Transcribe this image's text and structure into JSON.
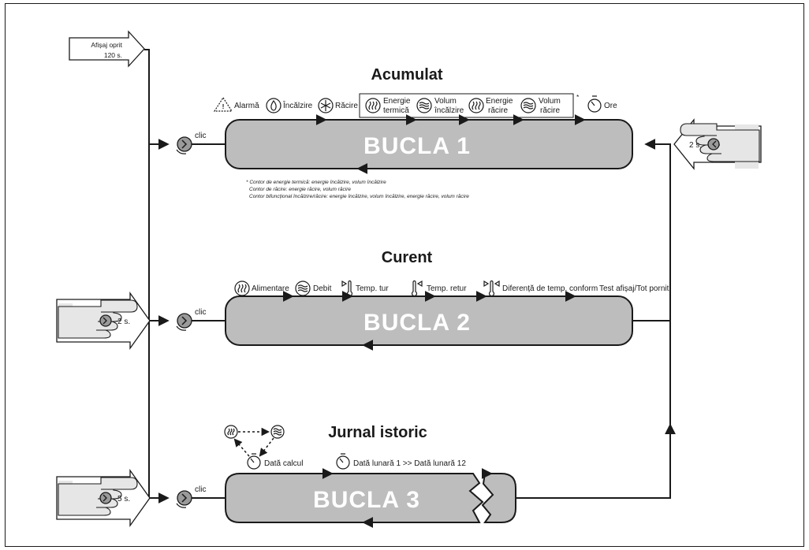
{
  "display_off": {
    "line1": "Afișaj oprit",
    "line2": "120 s."
  },
  "click_label": "clic",
  "loop1": {
    "title": "Acumulat",
    "name": "BUCLA 1",
    "items": [
      "Alarmă",
      "Încălzire",
      "Răcire"
    ],
    "boxed_items": [
      {
        "line1": "Energie",
        "line2": "termică"
      },
      {
        "line1": "Volum",
        "line2": "încălzire"
      },
      {
        "line1": "Energie",
        "line2": "răcire"
      },
      {
        "line1": "Volum",
        "line2": "răcire"
      }
    ],
    "asterisk": "*",
    "hours": "Ore",
    "hold_label": "2 s.",
    "footnotes": [
      "* Contor de energie termică: energie încălzire, volum încălzire",
      "Contor de răcire: energie răcire, volum răcire",
      "Contor bifuncțional încălzire/răcire: energie încălzire, volum încălzire, energie răcire, volum răcire"
    ]
  },
  "loop2": {
    "title": "Curent",
    "name": "BUCLA 2",
    "items": [
      "Alimentare",
      "Debit",
      "Temp. tur",
      "Temp. retur",
      "Diferență de temp. conform",
      "Test afișaj/Tot pornit"
    ],
    "hold_label": "2 s."
  },
  "loop3": {
    "title": "Jurnal istoric",
    "name": "BUCLA 3",
    "items": [
      "Dată calcul",
      "Dată lunară 1 >> Dată lunară 12"
    ],
    "hold_label": "5 s."
  },
  "icons": [
    "warning-icon",
    "flame-icon",
    "snowflake-icon",
    "heat-waves-icon",
    "volume-icon",
    "timer-icon",
    "thermometer-icon",
    "press-button-icon",
    "hand-icon"
  ]
}
